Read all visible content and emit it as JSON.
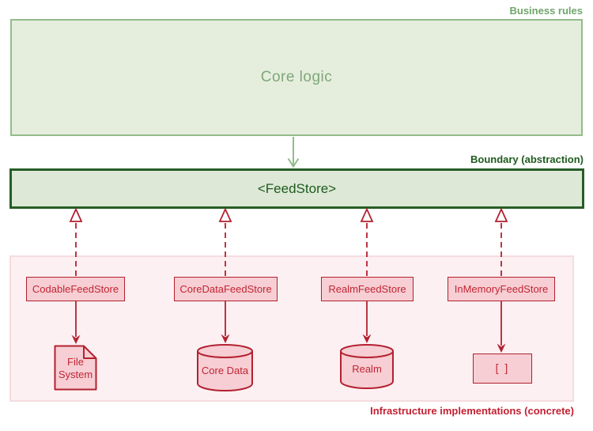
{
  "diagram": {
    "zone_labels": {
      "business_rules": "Business rules",
      "boundary": "Boundary (abstraction)",
      "infrastructure": "Infrastructure implementations (concrete)"
    },
    "core_logic": {
      "label": "Core logic"
    },
    "feed_store": {
      "label": "<FeedStore>"
    },
    "implementations": [
      {
        "name": "CodableFeedStore",
        "target": "File System",
        "target_shape": "document"
      },
      {
        "name": "CoreDataFeedStore",
        "target": "Core Data",
        "target_shape": "cylinder"
      },
      {
        "name": "RealmFeedStore",
        "target": "Realm",
        "target_shape": "cylinder"
      },
      {
        "name": "InMemoryFeedStore",
        "target": "[ ]",
        "target_shape": "rectangle"
      }
    ],
    "colors": {
      "green_border": "#92bc8b",
      "green_fill": "#e5eedd",
      "green_label": "#70a66a",
      "core_logic_text": "#80a67a",
      "dark_green_border": "#275d27",
      "dark_green_text": "#1e5b1e",
      "feedstore_fill": "#dde8d6",
      "red_border": "#b3212f",
      "red_text": "#c22533",
      "red_label": "#c42031",
      "pink_box_fill": "#f6ced4",
      "panel_fill": "#fdf0f2",
      "panel_border": "#f4dce0"
    }
  }
}
